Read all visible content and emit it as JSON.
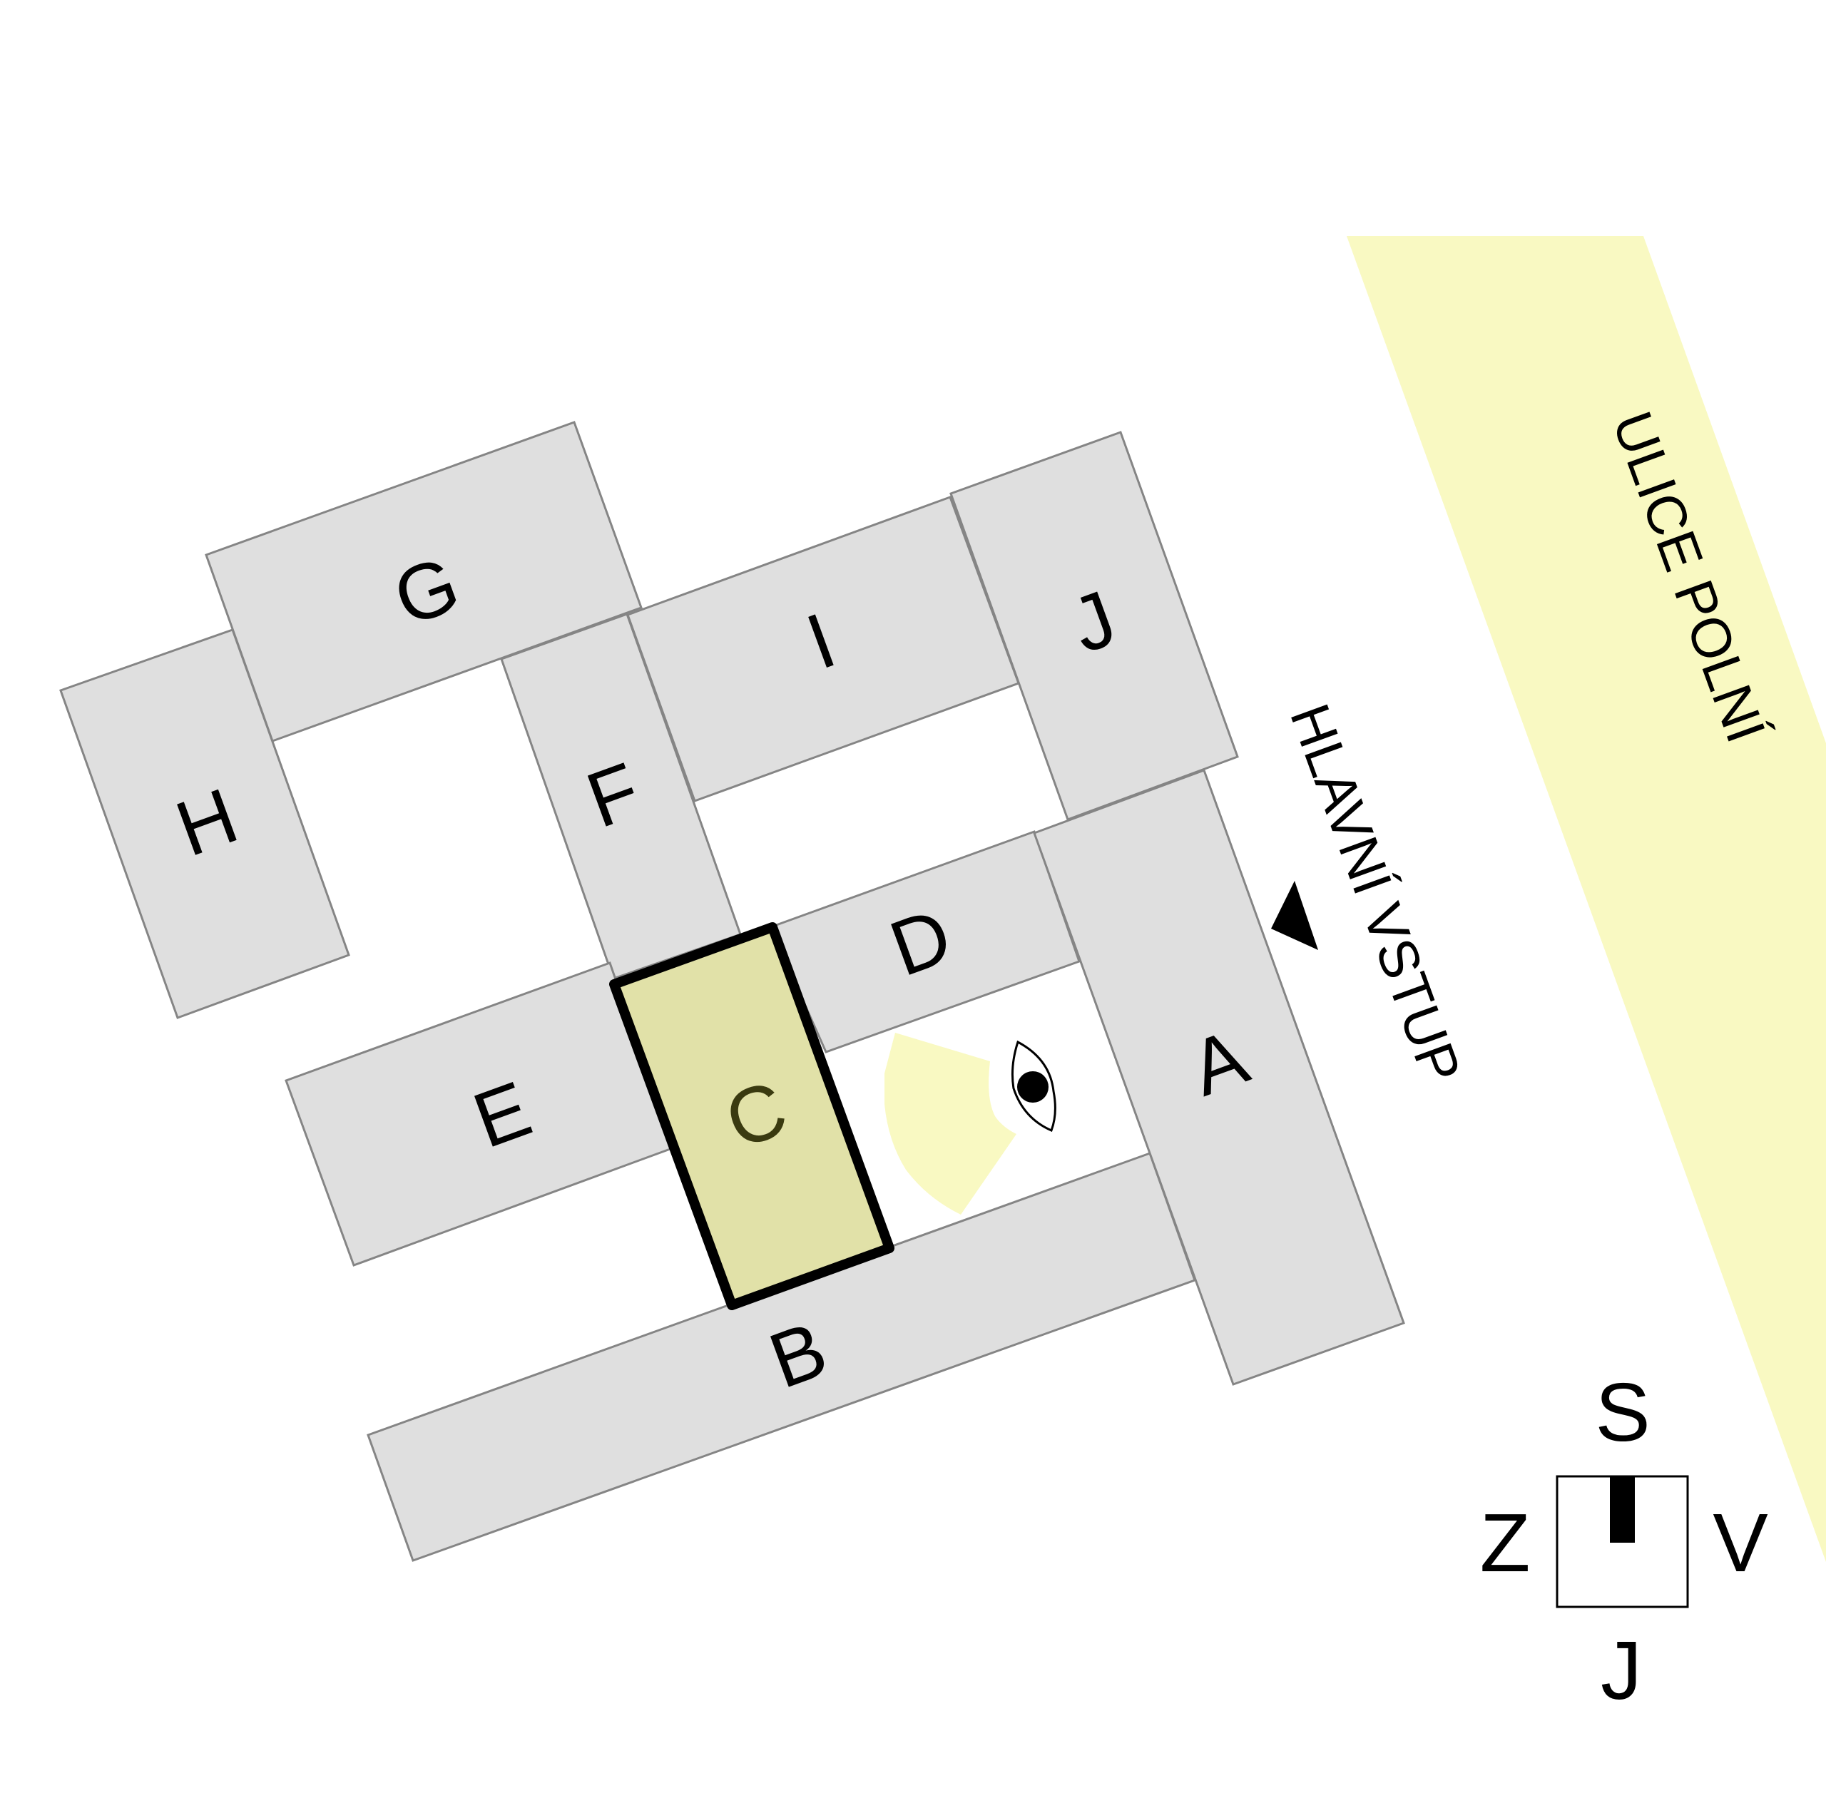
{
  "street": {
    "label": "ULICE POLNÍ",
    "color": "#f9f9c2"
  },
  "entrance": {
    "label": "HLAVNÍ VSTUP"
  },
  "buildings": [
    {
      "id": "A",
      "label": "A"
    },
    {
      "id": "B",
      "label": "B"
    },
    {
      "id": "C",
      "label": "C",
      "highlighted": true
    },
    {
      "id": "D",
      "label": "D"
    },
    {
      "id": "E",
      "label": "E"
    },
    {
      "id": "F",
      "label": "F"
    },
    {
      "id": "G",
      "label": "G"
    },
    {
      "id": "H",
      "label": "H"
    },
    {
      "id": "I",
      "label": "I"
    },
    {
      "id": "J",
      "label": "J"
    }
  ],
  "compass": {
    "north": "S",
    "south": "J",
    "east": "V",
    "west": "Z"
  },
  "colors": {
    "building": "#dfdfdf",
    "highlight": "#e1e1a8",
    "view_cone": "#f9f9c2",
    "street": "#f9f9c2"
  },
  "icons": {
    "viewpoint": "eye-icon",
    "entrance": "triangle-arrow-icon"
  }
}
